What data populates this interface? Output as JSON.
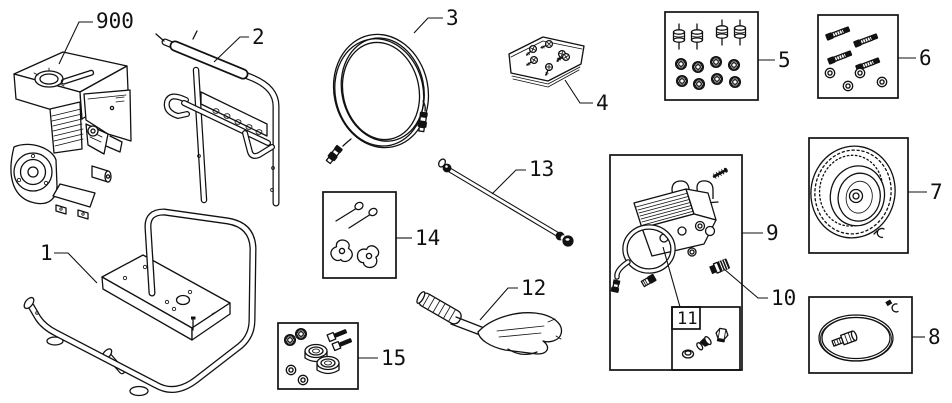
{
  "diagram": {
    "background": "#ffffff",
    "line_color": "#111111",
    "callouts": [
      {
        "id": "engine",
        "label": "900"
      },
      {
        "id": "cart-frame",
        "label": "1"
      },
      {
        "id": "handle-frame",
        "label": "2"
      },
      {
        "id": "high-pressure-hose",
        "label": "3"
      },
      {
        "id": "fastener-bag",
        "label": "4"
      },
      {
        "id": "vibration-mount-kit",
        "label": "5"
      },
      {
        "id": "bolt-washer-kit",
        "label": "6"
      },
      {
        "id": "wheel",
        "label": "7"
      },
      {
        "id": "o-ring-kit",
        "label": "8"
      },
      {
        "id": "pump-assembly",
        "label": "9"
      },
      {
        "id": "outlet-fitting",
        "label": "10"
      },
      {
        "id": "seal-kit",
        "label": "11"
      },
      {
        "id": "spray-gun",
        "label": "12"
      },
      {
        "id": "spray-wand",
        "label": "13"
      },
      {
        "id": "knob-bolt-kit",
        "label": "14"
      },
      {
        "id": "wheel-hardware-kit",
        "label": "15"
      }
    ]
  }
}
